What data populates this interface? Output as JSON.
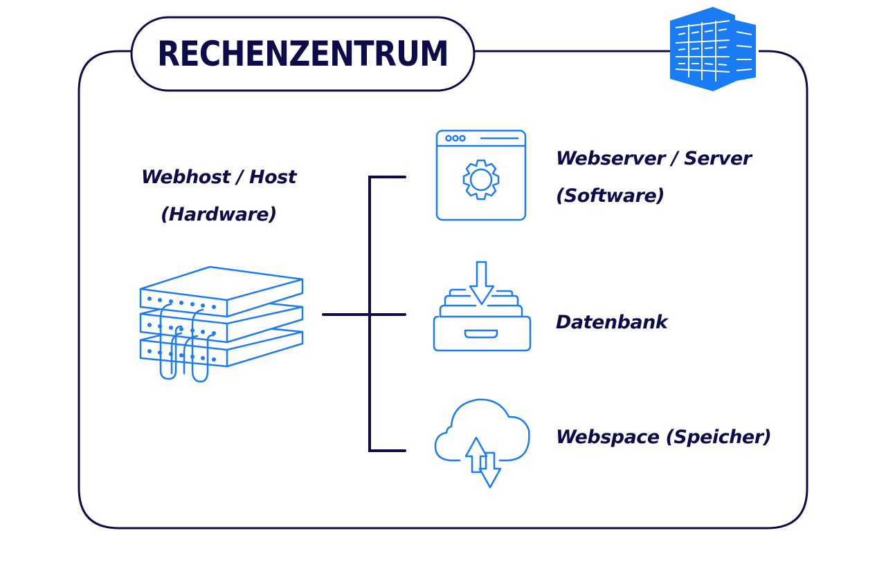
{
  "diagram": {
    "title": "RECHENZENTRUM",
    "colors": {
      "outline": "#0d0b4a",
      "icon": "#1a7cf5",
      "background": "#ffffff"
    },
    "host": {
      "label_line1": "Webhost / Host",
      "label_line2": "(Hardware)",
      "icon": "server-rack-icon"
    },
    "components": [
      {
        "label_line1": "Webserver / Server",
        "label_line2": "(Software)",
        "icon": "browser-gear-icon"
      },
      {
        "label_line1": "Datenbank",
        "label_line2": "",
        "icon": "database-drawer-icon"
      },
      {
        "label_line1": "Webspace (Speicher)",
        "label_line2": "",
        "icon": "cloud-sync-icon"
      }
    ],
    "corner_icon": "data-center-building-icon"
  }
}
